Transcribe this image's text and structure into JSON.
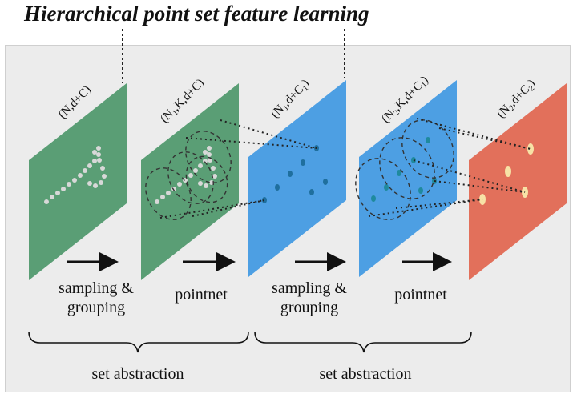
{
  "title": "Hierarchical point set feature learning",
  "layers": [
    {
      "label_main": "(N,d+C)",
      "label_sub": "",
      "color": "#5a9e75"
    },
    {
      "label_main": "(N",
      "label_sub": "1",
      "label_rest": ",K,d+C)",
      "color": "#5a9e75"
    },
    {
      "label_main": "(N",
      "label_sub": "1",
      "label_rest": ",d+C",
      "label_sub2": "1",
      "label_end": ")",
      "color": "#4d9fe3"
    },
    {
      "label_main": "(N",
      "label_sub": "2",
      "label_rest": ",K,d+C",
      "label_sub2": "1",
      "label_end": ")",
      "color": "#4d9fe3"
    },
    {
      "label_main": "(N",
      "label_sub": "2",
      "label_rest": ",d+C",
      "label_sub2": "2",
      "label_end": ")",
      "color": "#e2705b"
    }
  ],
  "steps": [
    "sampling &\ngrouping",
    "pointnet",
    "sampling &\ngrouping",
    "pointnet"
  ],
  "steps_display": {
    "s1_line1": "sampling &",
    "s1_line2": "grouping",
    "s2": "pointnet",
    "s3_line1": "sampling &",
    "s3_line2": "grouping",
    "s4": "pointnet"
  },
  "braces": [
    "set abstraction",
    "set abstraction"
  ],
  "colors": {
    "green": "#5a9e75",
    "blue": "#4d9fe3",
    "red": "#e2705b",
    "point_gray": "#d8d8d8",
    "point_teal": "#1f6f9e",
    "point_yellow": "#f7e2a6"
  }
}
